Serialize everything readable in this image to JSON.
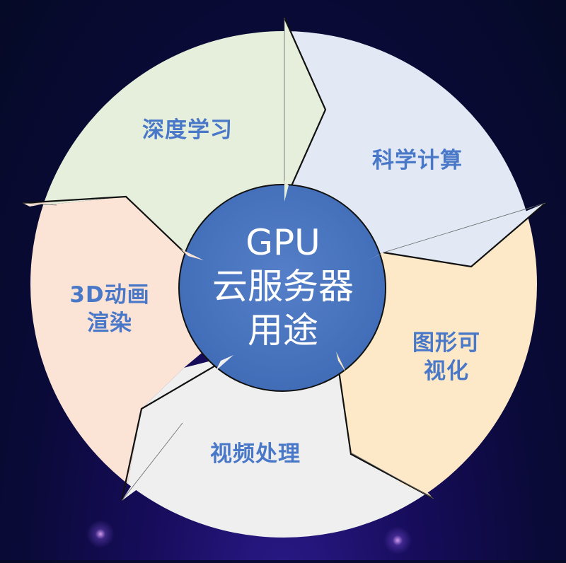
{
  "diagram": {
    "type": "cycle",
    "center": {
      "line1": "GPU",
      "line2": "云服务器",
      "line3": "用途"
    },
    "segments": [
      {
        "id": "deep-learning",
        "label": "深度学习",
        "fill": "#e6eedc"
      },
      {
        "id": "scientific-computing",
        "label": "科学计算",
        "fill": "#e2e8f4"
      },
      {
        "id": "graphics-visualization",
        "label": "图形可\n视化",
        "fill": "#fde9c8"
      },
      {
        "id": "video-processing",
        "label": "视频处理",
        "fill": "#efefef"
      },
      {
        "id": "3d-animation-rendering",
        "label": "3D动画\n渲染",
        "fill": "#fbe3d6"
      }
    ],
    "colors": {
      "center_fill": "#4a76c0",
      "label_text": "#4a78c8",
      "center_text": "#ffffff",
      "outline": "#111111",
      "background": "#0a0a38"
    }
  }
}
